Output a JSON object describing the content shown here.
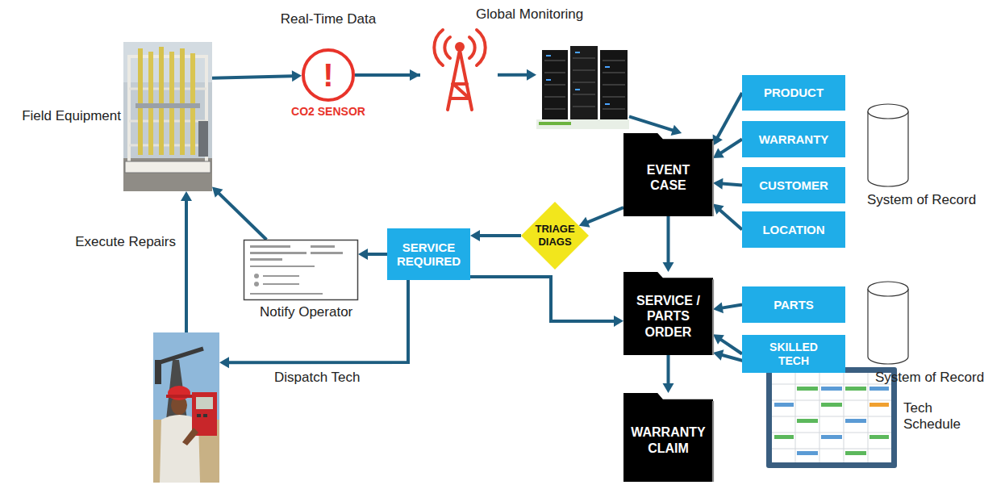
{
  "diagram": {
    "nodes": [
      {
        "text": [
          "Field Equipment"
        ]
      },
      {
        "text": [
          "Real-Time Data",
          "!",
          "CO2 SENSOR"
        ]
      },
      {
        "text": [
          "Global Monitoring"
        ]
      },
      {
        "text": [
          "PRODUCT"
        ]
      },
      {
        "text": [
          "EVENT CASE"
        ]
      },
      {
        "text": [
          "WARRANTY"
        ]
      },
      {
        "text": [
          "System of Record"
        ]
      },
      {
        "text": [
          "CUSTOMER"
        ]
      },
      {
        "text": [
          "LOCATION"
        ]
      },
      {
        "text": [
          "TRIAGE DIAGS"
        ]
      },
      {
        "text": [
          "SERVICE REQUIRED"
        ]
      },
      {
        "text": [
          "Notify Operator"
        ]
      },
      {
        "text": [
          "SERVICE / PARTS ORDER"
        ]
      },
      {
        "text": [
          "PARTS"
        ]
      },
      {
        "text": [
          "System of Record"
        ]
      },
      {
        "text": [
          "SKILLED TECH"
        ]
      },
      {
        "text": []
      },
      {
        "text": [
          "WARRANTY CLAIM"
        ]
      },
      {
        "text": [
          "Tech Schedule"
        ]
      }
    ],
    "edges": [
      {
        "from": 0,
        "to": 1,
        "arrow": "to"
      },
      {
        "from": 1,
        "to": 2,
        "arrow": "to"
      },
      {
        "from": 2,
        "to": 4,
        "arrow": "to"
      },
      {
        "from": 3,
        "to": 4,
        "arrow": "to"
      },
      {
        "from": 5,
        "to": 4,
        "arrow": "to"
      },
      {
        "from": 7,
        "to": 4,
        "arrow": "to"
      },
      {
        "from": 8,
        "to": 4,
        "arrow": "to"
      },
      {
        "from": 4,
        "to": 9,
        "arrow": "to"
      },
      {
        "from": 9,
        "to": 10,
        "arrow": "to"
      },
      {
        "from": 10,
        "to": 11,
        "arrow": "to"
      },
      {
        "from": 11,
        "to": 0,
        "arrow": "to"
      },
      {
        "from": 4,
        "to": 12,
        "arrow": "to"
      },
      {
        "from": 10,
        "to": 12,
        "arrow": "to"
      },
      {
        "from": 13,
        "to": 12,
        "arrow": "to"
      },
      {
        "from": 15,
        "to": 12,
        "arrow": "to"
      },
      {
        "from": 18,
        "to": 12,
        "arrow": "to"
      },
      {
        "from": 12,
        "to": 17,
        "arrow": "to"
      },
      {
        "from": 10,
        "to": 16,
        "label": "Dispatch Tech",
        "arrow": "to"
      },
      {
        "from": 16,
        "to": 0,
        "label": "Execute Repairs",
        "arrow": "to"
      }
    ]
  }
}
